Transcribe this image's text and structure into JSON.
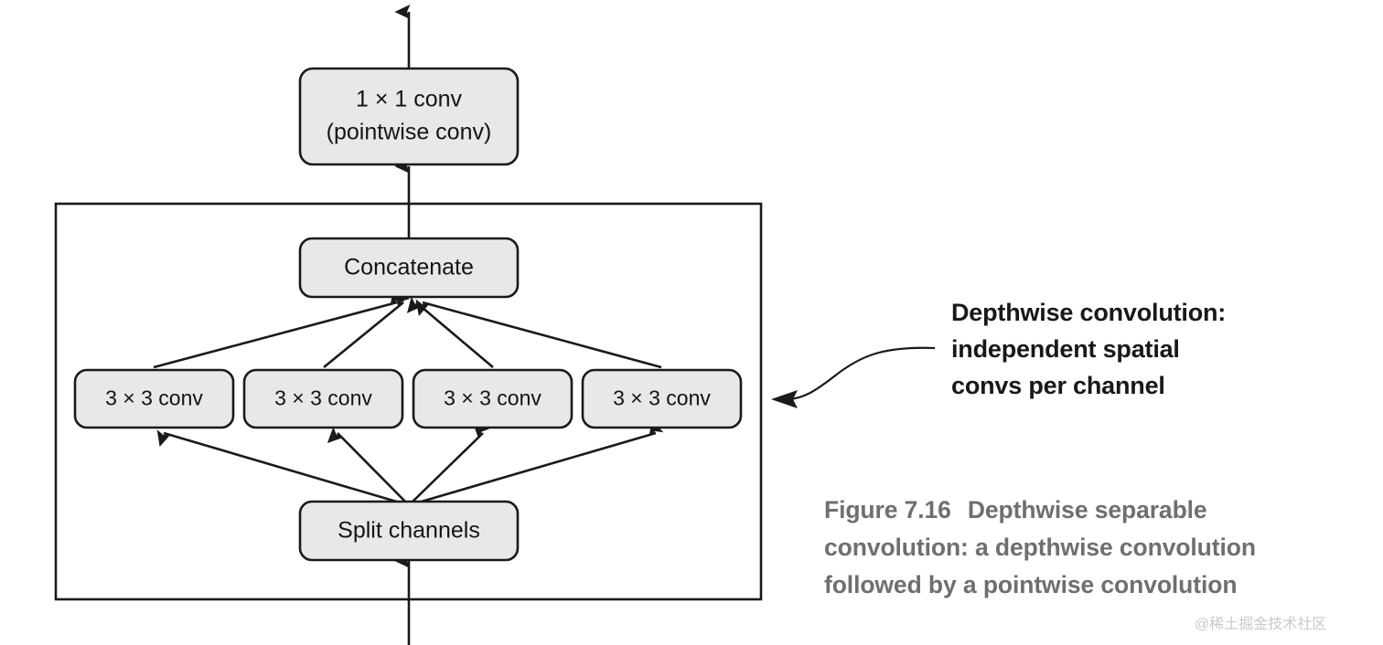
{
  "figure": {
    "nodes": {
      "pointwise_line1": "1 × 1 conv",
      "pointwise_line2": "(pointwise conv)",
      "concatenate": "Concatenate",
      "split": "Split channels",
      "conv_boxes": [
        "3 × 3 conv",
        "3 × 3 conv",
        "3 × 3 conv",
        "3 × 3 conv"
      ]
    },
    "annotation": {
      "line1": "Depthwise convolution:",
      "line2": "independent spatial",
      "line3": "convs per channel"
    },
    "caption": {
      "label": "Figure 7.16",
      "line1": "Depthwise separable",
      "line2": "convolution: a depthwise convolution",
      "line3": "followed by a pointwise convolution"
    },
    "watermark": "@稀土掘金技术社区",
    "colors": {
      "box_fill": "#e8e8e6",
      "stroke": "#1a1a1a",
      "annotation_text": "#17181a",
      "caption_text": "#6f6f6f",
      "watermark_text": "#c9c9c9",
      "background": "#ffffff"
    }
  }
}
